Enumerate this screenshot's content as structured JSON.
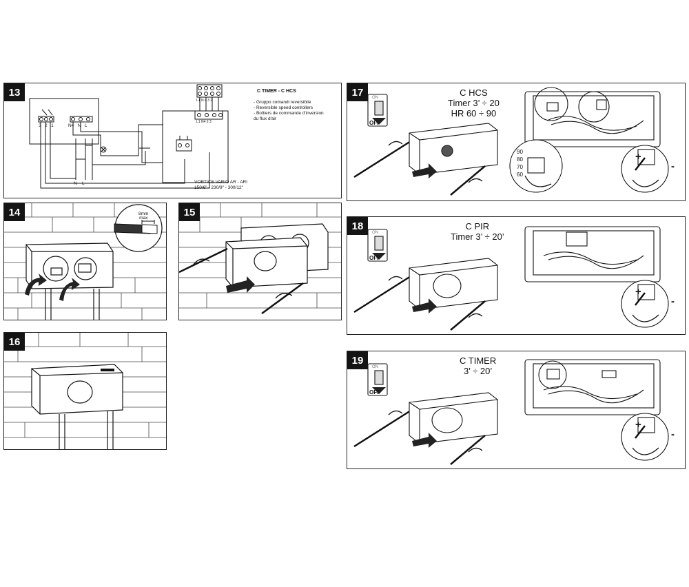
{
  "panels": {
    "p13": {
      "number": "13",
      "title": "C TIMER  -  C HCS",
      "descriptions": [
        "- Gruppo comandi reversibile",
        "- Reversible speed controllers",
        "- Boîtiers de commande d'inversion",
        "  du flux d'air"
      ],
      "model": "VORTICE VARIO AR - ARI",
      "sizes": "150/6\" - 230/9\" - 300/12\"",
      "terminal_labels_top": [
        "L1",
        "N",
        "4",
        "3",
        "2"
      ],
      "terminal_labels_right": [
        "L1",
        "N4",
        "2",
        "3"
      ],
      "terminal_labels_left": [
        "3",
        "2",
        "1"
      ],
      "terminal_labels_mid": [
        "N4",
        "N",
        "L"
      ],
      "supply_labels": [
        "N",
        "L"
      ]
    },
    "p14": {
      "number": "14",
      "wire_strip": "8mm",
      "wire_strip_note": "max"
    },
    "p15": {
      "number": "15"
    },
    "p16": {
      "number": "16"
    },
    "p17": {
      "number": "17",
      "model": "C  HCS",
      "spec_line1": "Timer 3’ ÷ 20",
      "spec_line2": "HR 60 ÷ 90",
      "switch_on": "ON",
      "switch_off": "OFF",
      "humidity_scale": [
        "90",
        "80",
        "70",
        "60"
      ],
      "plus": "+",
      "minus": "-"
    },
    "p18": {
      "number": "18",
      "model": "C  PIR",
      "spec_line1": "Timer 3’ ÷ 20’",
      "switch_on": "ON",
      "switch_off": "OFF",
      "plus": "+",
      "minus": "-"
    },
    "p19": {
      "number": "19",
      "model": "C  TIMER",
      "spec_line1": "3’ ÷ 20’",
      "switch_on": "ON",
      "switch_off": "OFF",
      "plus": "+",
      "minus": "-"
    }
  }
}
